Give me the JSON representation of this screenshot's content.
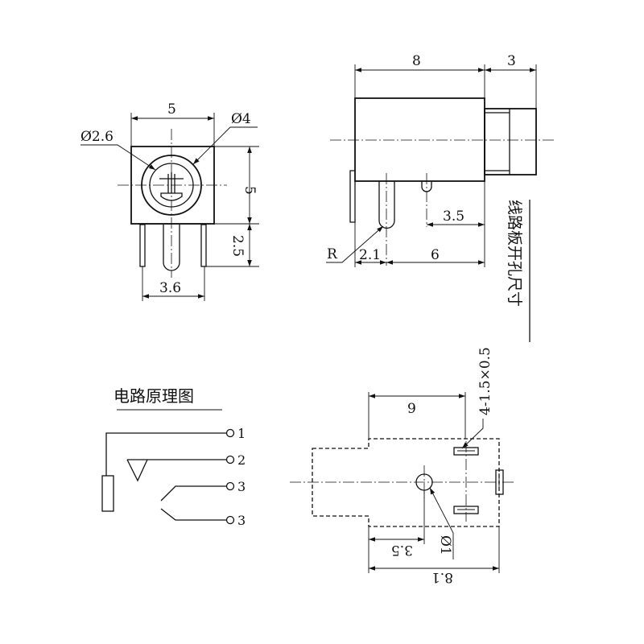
{
  "front_view": {
    "dim_width": "5",
    "dim_height": "5",
    "dim_pin_height": "2.5",
    "dim_pin_span": "3.6",
    "dim_hole_inner": "Ø2.6",
    "dim_hole_outer": "Ø4"
  },
  "side_view": {
    "dim_body_length": "8",
    "dim_nose_length": "3",
    "dim_pin_pitch": "3.5",
    "dim_pin_offset": "2.1",
    "dim_pin_distance": "6",
    "label_radius": "R"
  },
  "pcb_note": "线路板开孔尺寸",
  "schematic": {
    "title": "电路原理图",
    "pins": [
      "1",
      "2",
      "3",
      "3"
    ]
  },
  "pcb_view": {
    "dim_slot": "4-1.5×0.5",
    "dim_width": "9",
    "dim_pitch": "3.5",
    "dim_hole": "Ø1",
    "dim_total": "8.1"
  }
}
